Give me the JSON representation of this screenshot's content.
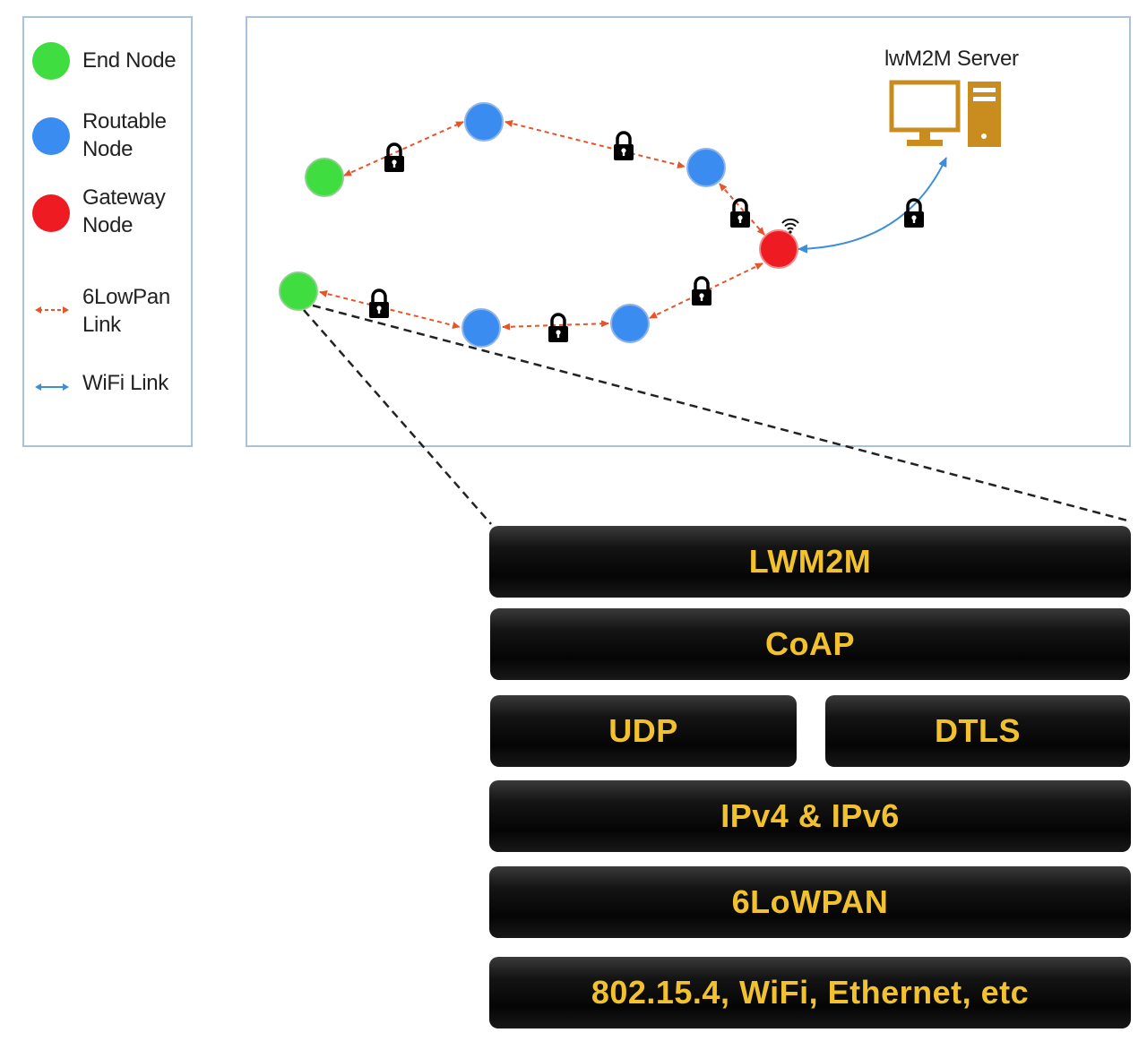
{
  "legend": {
    "end_node": "End Node",
    "routable_node": "Routable\nNode",
    "gateway_node": "Gateway\nNode",
    "sixlowpan_link": "6LowPan\nLink",
    "wifi_link": "WiFi Link"
  },
  "network": {
    "server_label": "lwM2M Server"
  },
  "stack": {
    "lwm2m": "LWM2M",
    "coap": "CoAP",
    "udp": "UDP",
    "dtls": "DTLS",
    "ip": "IPv4 & IPv6",
    "sixlowpan": "6LoWPAN",
    "phy": "802.15.4, WiFi, Ethernet, etc"
  },
  "colors": {
    "end_node": "#3fdd3f",
    "routable_node": "#3b8cf0",
    "gateway_node": "#ee1c22",
    "sixlowpan_link": "#e8542a",
    "wifi_link": "#3d8ed8",
    "server": "#c98c1e",
    "layer_text": "#f2c12e"
  }
}
